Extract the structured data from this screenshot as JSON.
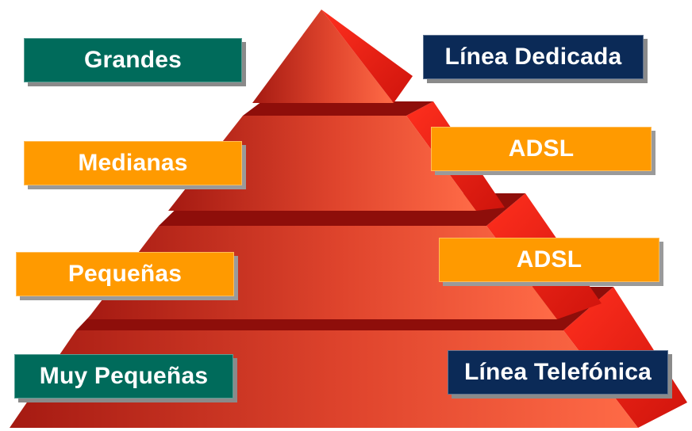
{
  "segments": [
    {
      "left_label": "Grandes",
      "right_label": "Línea Dedicada"
    },
    {
      "left_label": "Medianas",
      "right_label": "ADSL"
    },
    {
      "left_label": "Pequeñas",
      "right_label": "ADSL"
    },
    {
      "left_label": "Muy Pequeñas",
      "right_label": "Línea Telefónica"
    }
  ],
  "colors": {
    "pyramid_light": "#ff6a45",
    "pyramid_dark": "#b71e14",
    "side_face": "#ff2a1a",
    "shadow_band": "#8e0e0a",
    "teal_box": "#006b5b",
    "navy_box": "#0b2a57",
    "orange_box": "#ff9a00"
  }
}
